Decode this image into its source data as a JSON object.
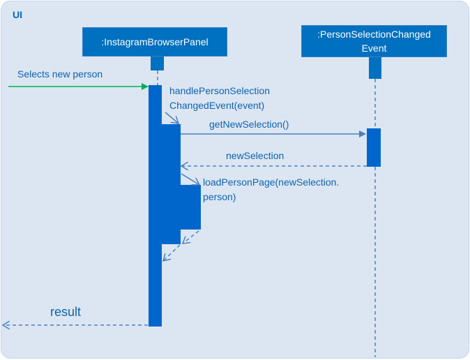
{
  "diagram": {
    "frame_label": "UI",
    "lifelines": {
      "browser_panel": ":InstagramBrowserPanel",
      "event": ":PersonSelectionChanged\nEvent"
    },
    "messages": {
      "selects_new_person": "Selects new person",
      "handle_event": "handlePersonSelection\nChangedEvent(event)",
      "get_new_selection": "getNewSelection()",
      "new_selection": "newSelection",
      "load_person_page": "loadPersonPage(newSelection.\nperson)",
      "result": "result"
    },
    "colors": {
      "frame_fill": "#dce6f2",
      "lifeline_fill": "#0070c0",
      "activation_fill": "#0066cc",
      "message_line": "#4a80c0",
      "external_arrow": "#00b050",
      "text": "#0e62b4"
    }
  }
}
